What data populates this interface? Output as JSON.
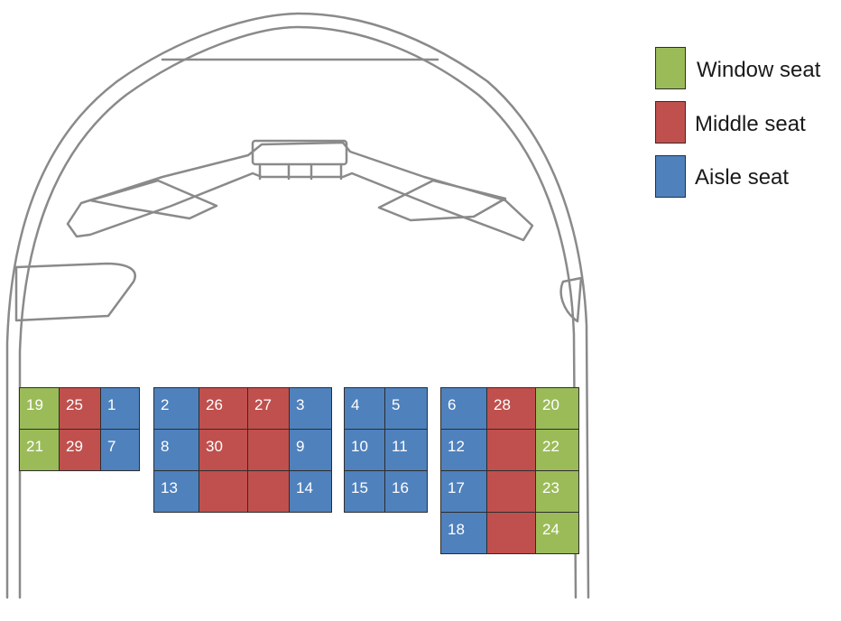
{
  "legend": [
    {
      "type": "window",
      "label": "Window seat",
      "color": "#9bbb59"
    },
    {
      "type": "middle",
      "label": "Middle seat",
      "color": "#c0504d"
    },
    {
      "type": "aisle",
      "label": "Aisle seat",
      "color": "#4f81bd"
    }
  ],
  "seat_blocks": [
    {
      "name": "left",
      "rows": [
        [
          {
            "label": "19",
            "type": "window"
          },
          {
            "label": "25",
            "type": "middle"
          },
          {
            "label": "1",
            "type": "aisle"
          }
        ],
        [
          {
            "label": "21",
            "type": "window"
          },
          {
            "label": "29",
            "type": "middle"
          },
          {
            "label": "7",
            "type": "aisle"
          }
        ]
      ]
    },
    {
      "name": "center-left",
      "rows": [
        [
          {
            "label": "2",
            "type": "aisle"
          },
          {
            "label": "26",
            "type": "middle"
          },
          {
            "label": "27",
            "type": "middle"
          },
          {
            "label": "3",
            "type": "aisle"
          }
        ],
        [
          {
            "label": "8",
            "type": "aisle"
          },
          {
            "label": "30",
            "type": "middle"
          },
          {
            "label": "",
            "type": "middle"
          },
          {
            "label": "9",
            "type": "aisle"
          }
        ],
        [
          {
            "label": "13",
            "type": "aisle"
          },
          {
            "label": "",
            "type": "middle"
          },
          {
            "label": "",
            "type": "middle"
          },
          {
            "label": "14",
            "type": "aisle"
          }
        ]
      ]
    },
    {
      "name": "center-right",
      "rows": [
        [
          {
            "label": "4",
            "type": "aisle"
          },
          {
            "label": "5",
            "type": "aisle"
          }
        ],
        [
          {
            "label": "10",
            "type": "aisle"
          },
          {
            "label": "11",
            "type": "aisle"
          }
        ],
        [
          {
            "label": "15",
            "type": "aisle"
          },
          {
            "label": "16",
            "type": "aisle"
          }
        ]
      ]
    },
    {
      "name": "right",
      "rows": [
        [
          {
            "label": "6",
            "type": "aisle"
          },
          {
            "label": "28",
            "type": "middle"
          },
          {
            "label": "20",
            "type": "window"
          }
        ],
        [
          {
            "label": "12",
            "type": "aisle"
          },
          {
            "label": "",
            "type": "middle"
          },
          {
            "label": "22",
            "type": "window"
          }
        ],
        [
          {
            "label": "17",
            "type": "aisle"
          },
          {
            "label": "",
            "type": "middle"
          },
          {
            "label": "23",
            "type": "window"
          }
        ],
        [
          {
            "label": "18",
            "type": "aisle"
          },
          {
            "label": "",
            "type": "middle"
          },
          {
            "label": "24",
            "type": "window"
          }
        ]
      ]
    }
  ]
}
